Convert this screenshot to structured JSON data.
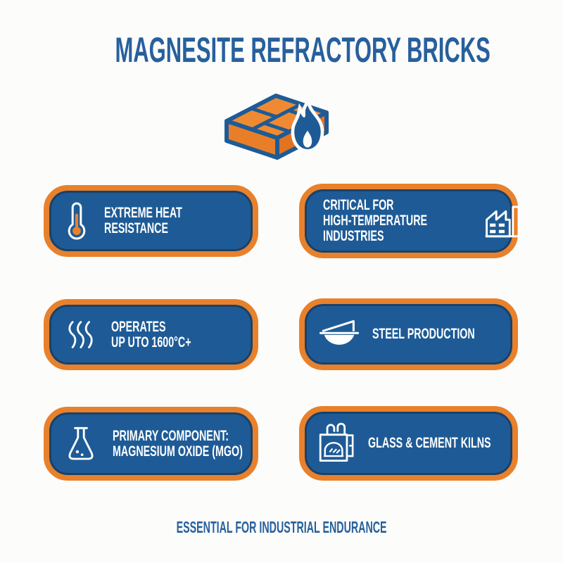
{
  "title": "MAGNESITE REFRACTORY BRICKS",
  "footer": "ESSENTIAL FOR INDUSTRIAL ENDURANCE",
  "hero_icon": "brick-flame-icon",
  "colors": {
    "bg": "#fcfcfb",
    "blue": "#1e5b96",
    "orange": "#e8812c",
    "navy": "#1b4168",
    "heading": "#27609c",
    "white": "#ffffff"
  },
  "cards": [
    {
      "icon": "thermometer-icon",
      "lines": [
        "EXTREME HEAT",
        "RESISTANCE"
      ]
    },
    {
      "icon": "factory-icon",
      "lines": [
        "CRITICAL FOR",
        "HIGH-TEMPERATURE",
        "INDUSTRIES"
      ]
    },
    {
      "icon": "heat-waves-icon",
      "lines": [
        "OPERATES",
        "UP UTO 1600°C+"
      ]
    },
    {
      "icon": "crucible-icon",
      "lines": [
        "STEEL PRODUCTION"
      ]
    },
    {
      "icon": "flask-icon",
      "lines": [
        "PRIMARY COMPONENT:",
        "MAGNESIUM OXIDE (MGO)"
      ]
    },
    {
      "icon": "kiln-icon",
      "lines": [
        "GLASS & CEMENT KILNS"
      ]
    }
  ]
}
